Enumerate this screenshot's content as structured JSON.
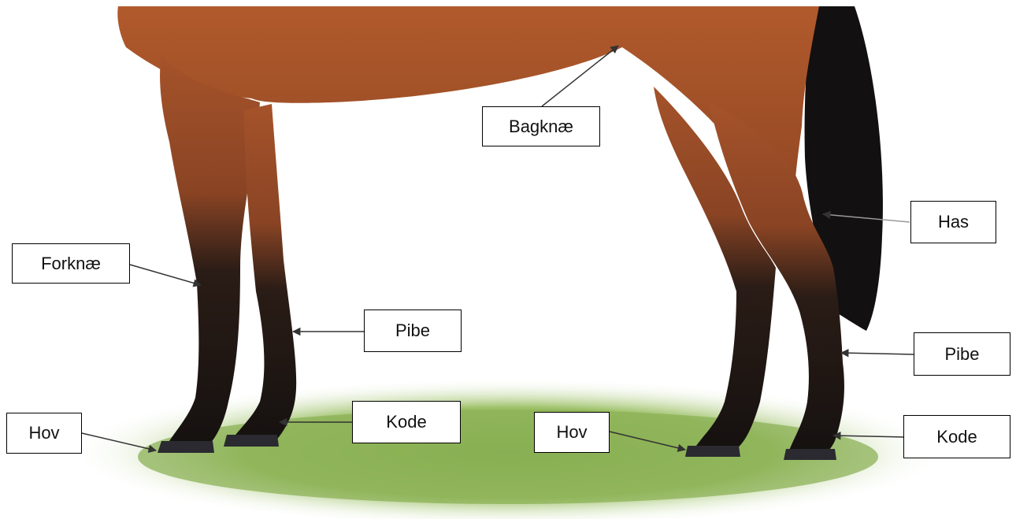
{
  "colors": {
    "coat": "#a5532a",
    "coat_dark": "#7a3a1c",
    "stocking": "#1a1412",
    "tail": "#121010",
    "grass": "#8fb45a",
    "arrow": "#333333"
  },
  "labels": {
    "bagknae": "Bagknæ",
    "has": "Has",
    "forknae": "Forknæ",
    "pibe_front": "Pibe",
    "pibe_hind": "Pibe",
    "hov_front": "Hov",
    "kode_front": "Kode",
    "hov_hind": "Hov",
    "kode_hind": "Kode"
  }
}
